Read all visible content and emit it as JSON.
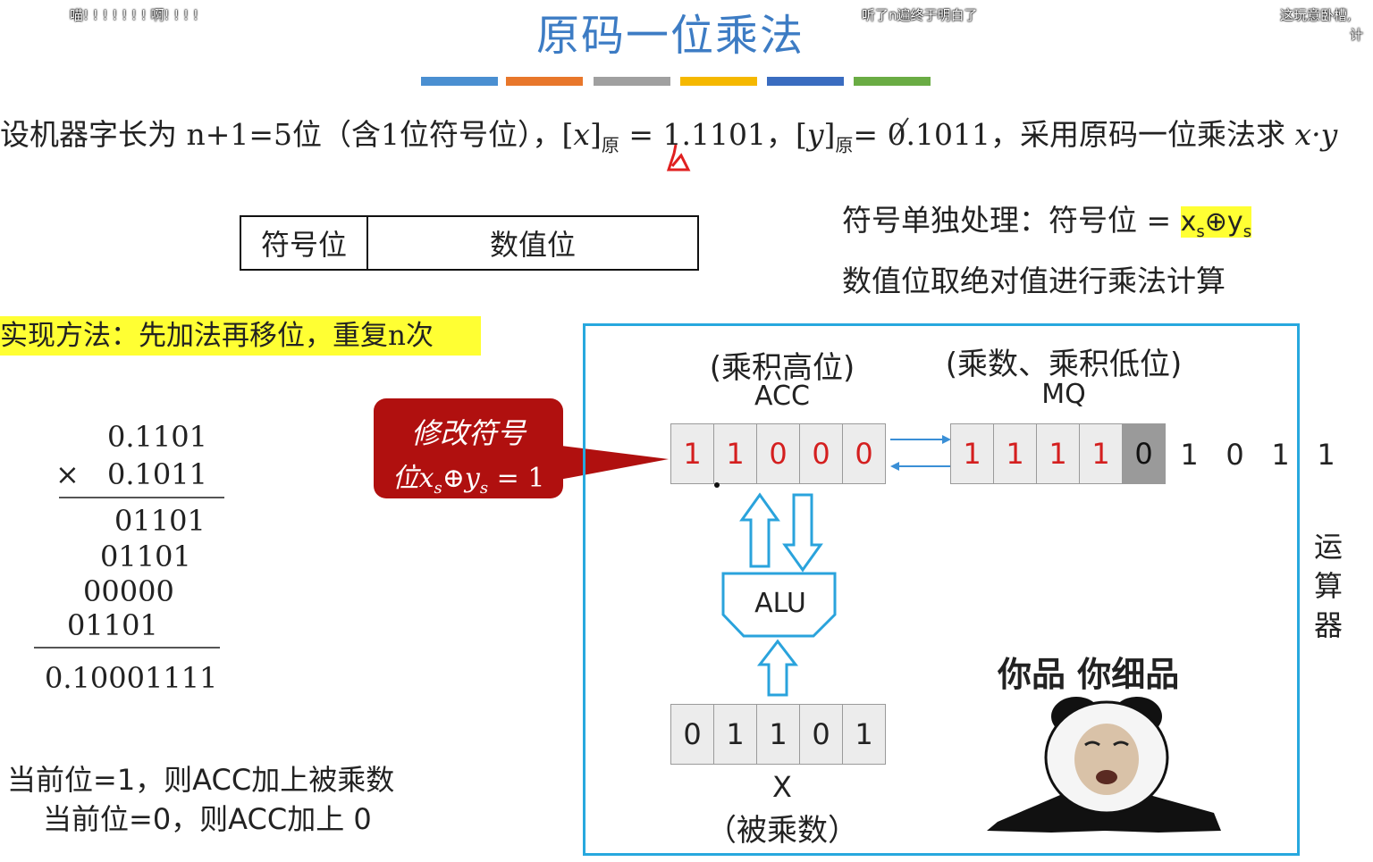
{
  "danmaku": [
    "喵! ! ! ! ! ! ! 啊! ! ! !",
    "听了n遍终于明白了",
    "这玩意卧槽,",
    "计"
  ],
  "title": "原码一位乘法",
  "stripe_colors": [
    "#4a8fd1",
    "#e8772b",
    "#a0a0a0",
    "#f5b800",
    "#3a6cc0",
    "#6aac44"
  ],
  "problem": {
    "prefix": "设机器字长为 n+1=5位（含1位符号位），",
    "x_val": "1.1101",
    "y_val": "0.1011",
    "suffix": "，采用原码一位乘法求",
    "yuan": "原"
  },
  "format": {
    "sign": "符号位",
    "value": "数值位"
  },
  "notes": {
    "sign_prefix": "符号单独处理：符号位 =",
    "value_line": "数值位取绝对值进行乘法计算"
  },
  "method": "实现方法：先加法再移位，重复n次",
  "calc": {
    "multiplicand": "0.1101",
    "times": "×",
    "multiplier": "0.1011",
    "partials": [
      "01101",
      "01101",
      "00000",
      "01101"
    ],
    "result": "0.10001111"
  },
  "rules": [
    "当前位=1，则ACC加上被乘数",
    "当前位=0，则ACC加上 0"
  ],
  "callout": {
    "line1": "修改符号",
    "line2_prefix": "位",
    "line2_suffix": " = 1"
  },
  "acc": {
    "caption": "(乘积高位)",
    "name": "ACC",
    "bits": [
      "1",
      "1",
      "0",
      "0",
      "0"
    ]
  },
  "mq": {
    "caption": "(乘数、乘积低位)",
    "name": "MQ",
    "bits": [
      "1",
      "1",
      "1",
      "1",
      "0"
    ],
    "extra_bits": [
      "1",
      "0",
      "1",
      "1"
    ]
  },
  "alu": "ALU",
  "x_reg": {
    "bits": [
      "0",
      "1",
      "1",
      "0",
      "1"
    ],
    "name": "X",
    "caption": "（被乘数）"
  },
  "side_label": [
    "运",
    "算",
    "器"
  ],
  "meme": {
    "caption": "你品 你细品"
  }
}
